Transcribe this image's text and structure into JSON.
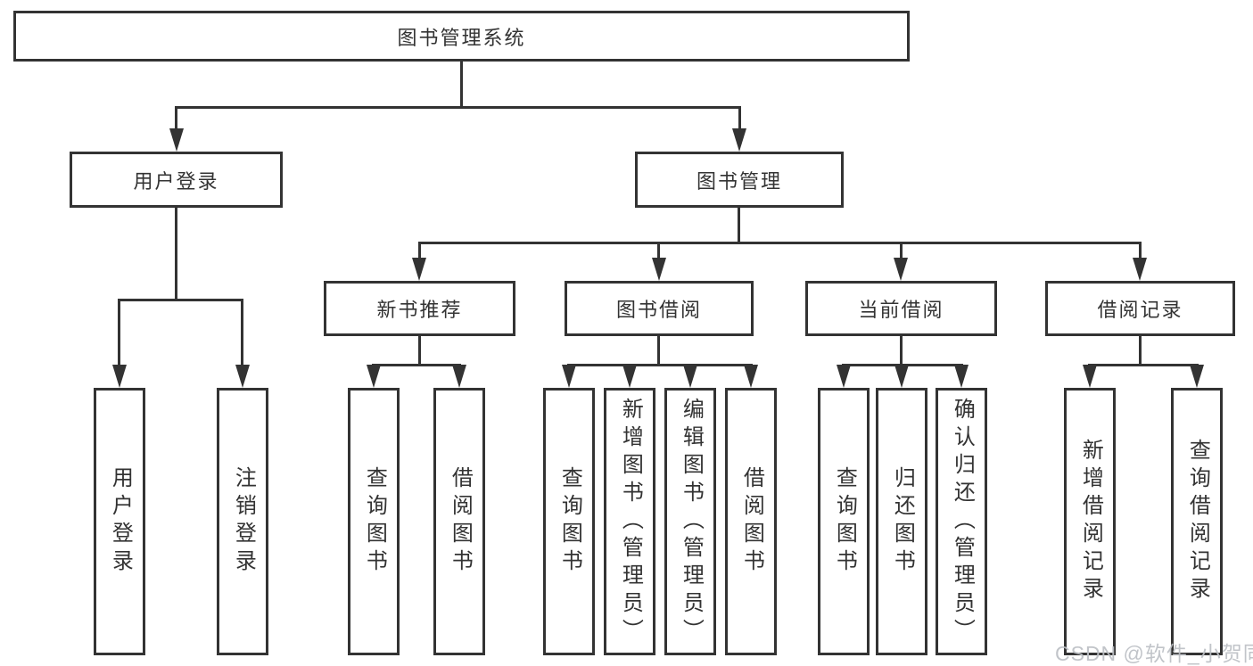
{
  "diagram_title": "图书管理系统",
  "tree": {
    "root": {
      "label": "图书管理系统"
    },
    "branches": {
      "user_login": {
        "label": "用户登录",
        "children": {
          "login": {
            "label": "用户登录"
          },
          "logout": {
            "label": "注销登录"
          }
        }
      },
      "book_management": {
        "label": "图书管理",
        "children": {
          "new_book_recommend": {
            "label": "新书推荐",
            "children": {
              "query_books": {
                "label": "查询图书"
              },
              "borrow_books": {
                "label": "借阅图书"
              }
            }
          },
          "book_borrowing": {
            "label": "图书借阅",
            "children": {
              "query_books": {
                "label": "查询图书"
              },
              "add_book_admin": {
                "label": "新增图书（管理员）"
              },
              "edit_book_admin": {
                "label": "编辑图书（管理员）"
              },
              "borrow_books": {
                "label": "借阅图书"
              }
            }
          },
          "current_borrowing": {
            "label": "当前借阅",
            "children": {
              "query_books": {
                "label": "查询图书"
              },
              "return_books": {
                "label": "归还图书"
              },
              "confirm_return_admin": {
                "label": "确认归还（管理员）"
              }
            }
          },
          "borrowing_records": {
            "label": "借阅记录",
            "children": {
              "add_borrow_record": {
                "label": "新增借阅记录"
              },
              "query_borrow_record": {
                "label": "查询借阅记录"
              }
            }
          }
        }
      }
    }
  },
  "watermark": {
    "text": "CSDN @软件_小贺同学"
  },
  "colors": {
    "line": "#333333",
    "text": "#333333",
    "node_fill": "#ffffff",
    "watermark": "#bcc0c5",
    "background": "#ffffff"
  }
}
